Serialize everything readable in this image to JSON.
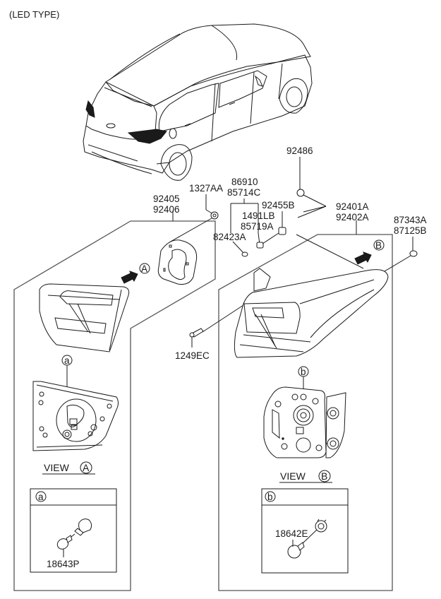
{
  "title": "(LED TYPE)",
  "part_labels": {
    "p92405": "92405",
    "p92406": "92406",
    "p1327AA": "1327AA",
    "p86910": "86910",
    "p85714C": "85714C",
    "p92486": "92486",
    "p1491LB": "1491LB",
    "p85719A": "85719A",
    "p92455B": "92455B",
    "p82423A": "82423A",
    "p92401A": "92401A",
    "p92402A": "92402A",
    "p87343A": "87343A",
    "p87125B": "87125B",
    "p1249EC": "1249EC",
    "p18643P": "18643P",
    "p18642E": "18642E"
  },
  "callouts": {
    "view_a_marker": "A",
    "view_b_marker": "B",
    "detail_a_marker": "a",
    "detail_b_marker": "b"
  },
  "views": {
    "view_a_label": "VIEW",
    "view_a_letter": "A",
    "view_b_label": "VIEW",
    "view_b_letter": "B"
  },
  "detail_boxes": {
    "a_header": "a",
    "b_header": "b"
  }
}
